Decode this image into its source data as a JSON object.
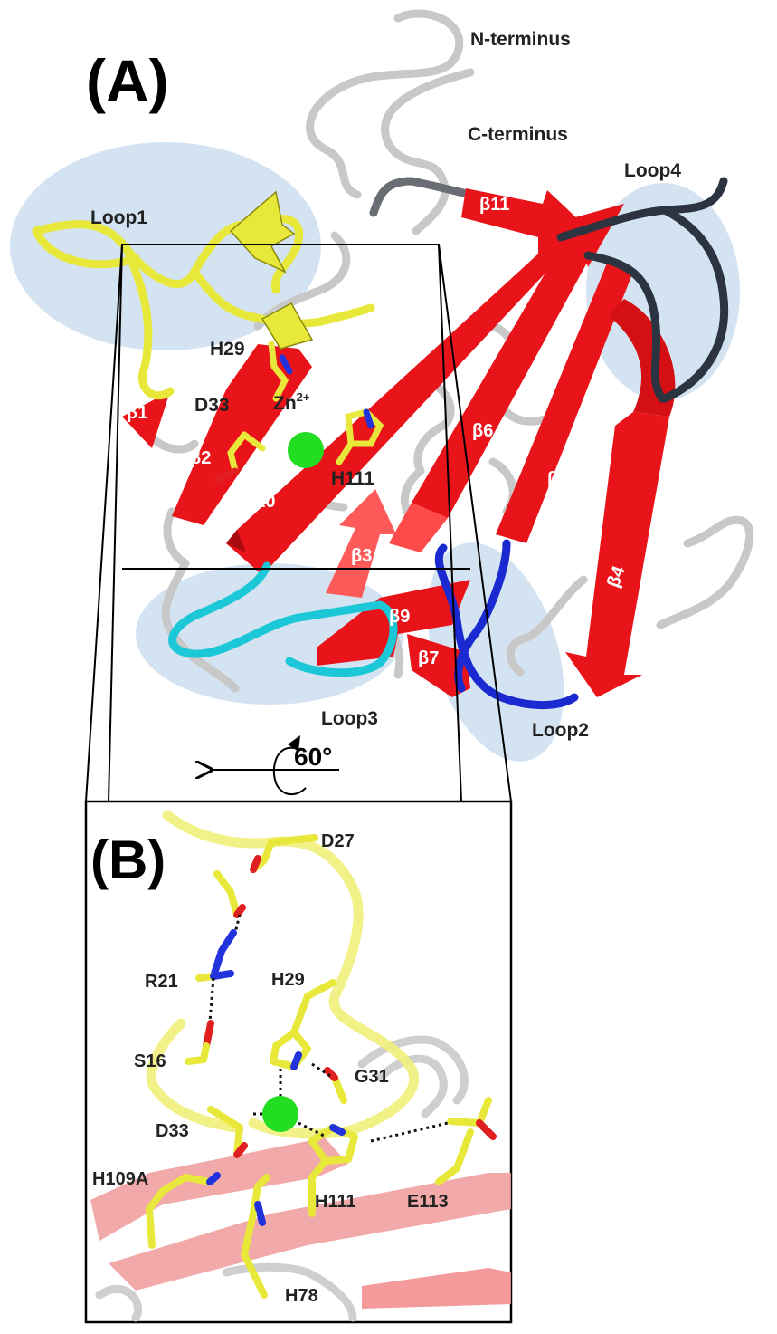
{
  "panels": {
    "a": "(A)",
    "b": "(B)"
  },
  "panel_a": {
    "termini": [
      "N-terminus",
      "C-terminus"
    ],
    "loops": [
      "Loop1",
      "Loop2",
      "Loop3",
      "Loop4"
    ],
    "strands": [
      "β1",
      "β2",
      "β3",
      "β4",
      "β5",
      "β6",
      "β7",
      "β9",
      "β10",
      "β11"
    ],
    "residues": [
      "H29",
      "D33",
      "H111"
    ],
    "ion_base": "Zn",
    "ion_charge": "2+",
    "rotation": "60°"
  },
  "panel_b": {
    "residues": [
      "D27",
      "R21",
      "H29",
      "S16",
      "G31",
      "D33",
      "H109A",
      "H111",
      "E113",
      "H78"
    ]
  },
  "colors": {
    "strand": "#e8141a",
    "strand_dark": "#a80c10",
    "loop1": "#e8e83a",
    "loop2": "#1a2ad0",
    "loop3": "#1cc8d8",
    "loop4": "#2b3440",
    "coil": "#c8c8c8",
    "highlight": "#c5d9ec",
    "zinc": "#22dd22",
    "carbon": "#e8e83a",
    "nitrogen": "#2233dd",
    "oxygen": "#e02020"
  }
}
